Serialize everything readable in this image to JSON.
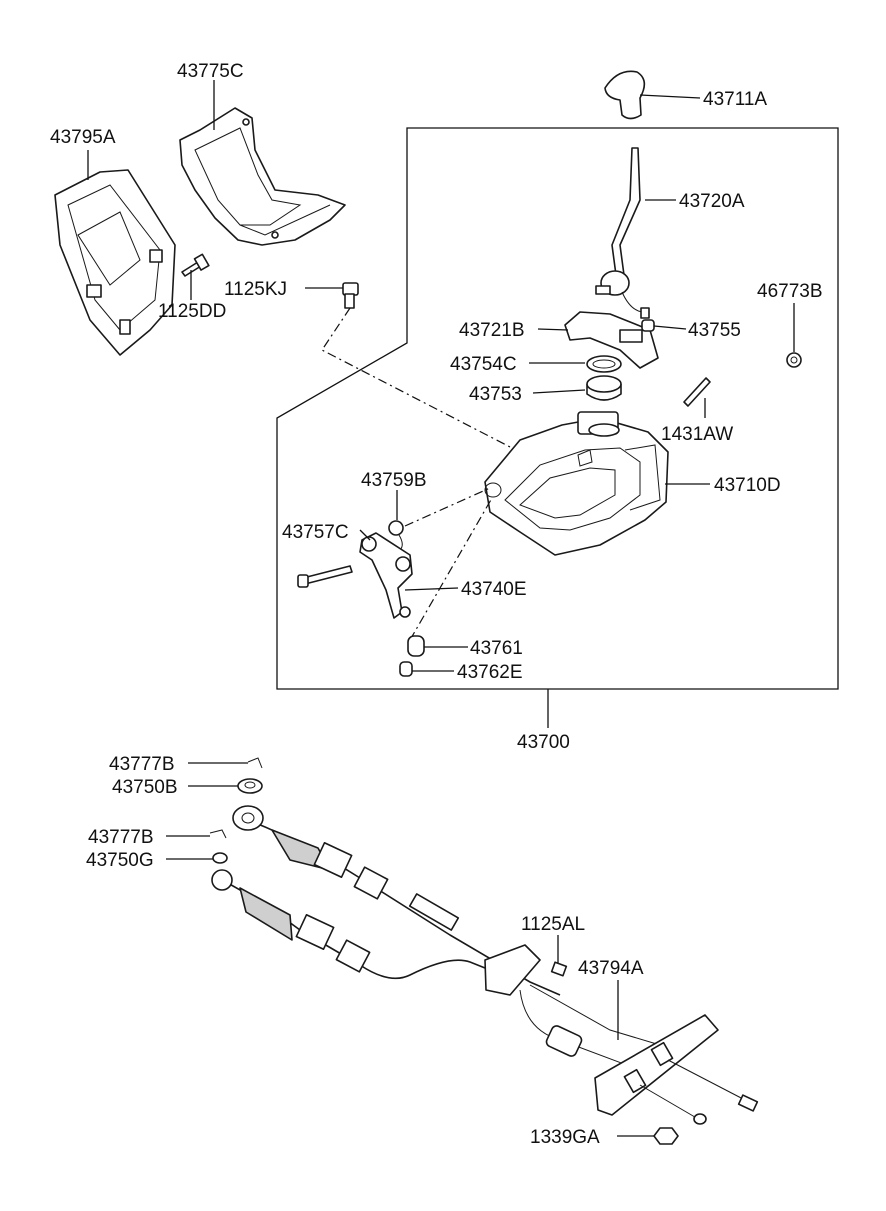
{
  "labels": {
    "p43775C": "43775C",
    "p43795A": "43795A",
    "p43711A": "43711A",
    "p43720A": "43720A",
    "p1125KJ": "1125KJ",
    "p1125DD": "1125DD",
    "p46773B": "46773B",
    "p43721B": "43721B",
    "p43755": "43755",
    "p43754C": "43754C",
    "p43753": "43753",
    "p1431AW": "1431AW",
    "p43710D": "43710D",
    "p43759B": "43759B",
    "p43757C": "43757C",
    "p43740E": "43740E",
    "p43761": "43761",
    "p43762E": "43762E",
    "p43700": "43700",
    "p43777B_a": "43777B",
    "p43750B": "43750B",
    "p43777B_b": "43777B",
    "p43750G": "43750G",
    "p1125AL": "1125AL",
    "p43794A": "43794A",
    "p1339GA": "1339GA"
  }
}
